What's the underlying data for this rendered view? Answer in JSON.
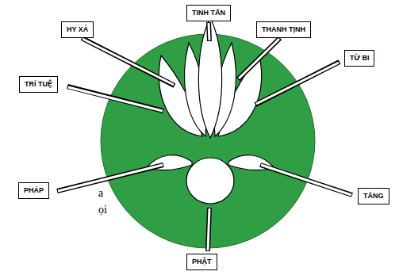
{
  "diagram": {
    "nodes": [
      {
        "text": [
          "TINH TẤN"
        ]
      },
      {
        "text": [
          "THANH TỊNH"
        ]
      },
      {
        "text": [
          "HY XẢ"
        ]
      },
      {
        "text": [
          "TỪ BI"
        ]
      },
      {
        "text": [
          "TRÍ TUỆ"
        ]
      },
      {
        "text": [
          "PHÁP"
        ]
      },
      {
        "text": [
          "TĂNG"
        ]
      },
      {
        "text": [
          "PHẬT"
        ]
      }
    ],
    "labels": [
      "a",
      "ọi"
    ]
  }
}
